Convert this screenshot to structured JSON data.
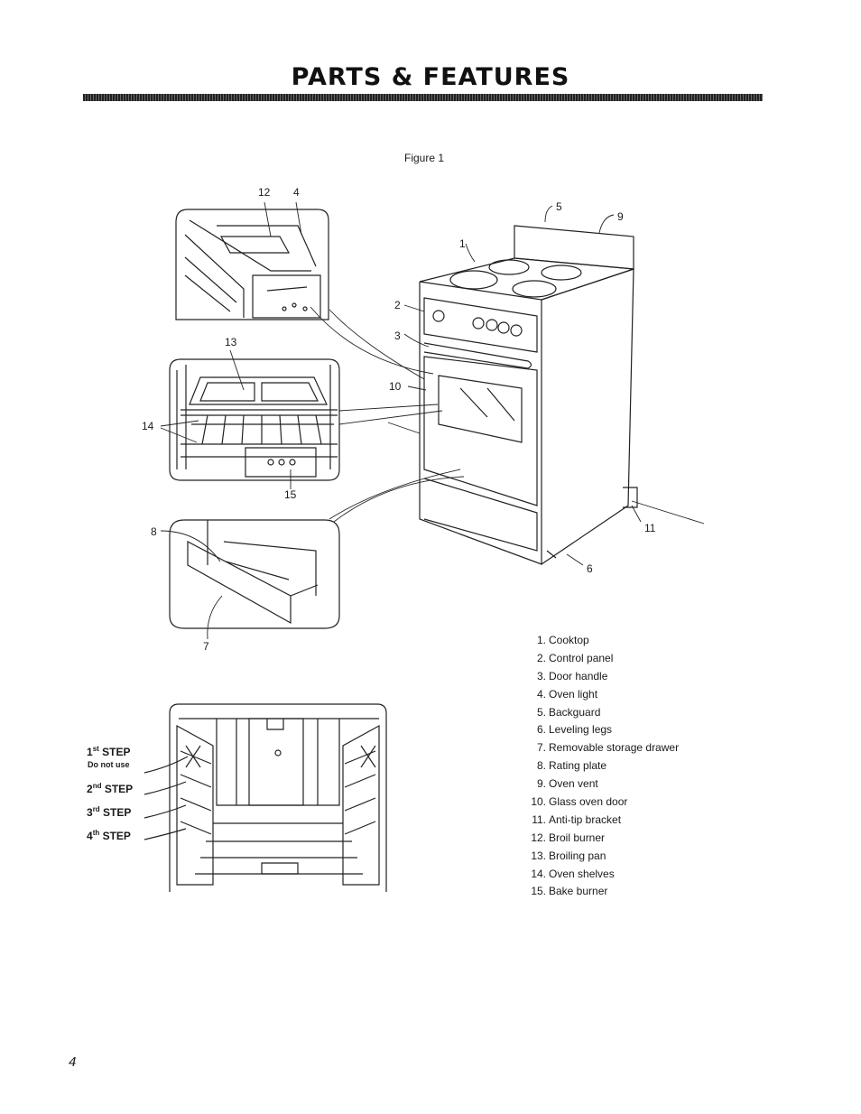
{
  "header": {
    "title": "PARTS & FEATURES"
  },
  "figure": {
    "caption": "Figure 1",
    "callouts": [
      "1",
      "2",
      "3",
      "4",
      "5",
      "6",
      "7",
      "8",
      "9",
      "10",
      "11",
      "12",
      "13",
      "14",
      "15"
    ]
  },
  "parts_list": [
    {
      "num": "1.",
      "label": "Cooktop"
    },
    {
      "num": "2.",
      "label": "Control panel"
    },
    {
      "num": "3.",
      "label": "Door handle"
    },
    {
      "num": "4.",
      "label": "Oven light"
    },
    {
      "num": "5.",
      "label": "Backguard"
    },
    {
      "num": "6.",
      "label": "Leveling legs"
    },
    {
      "num": "7.",
      "label": "Removable storage drawer"
    },
    {
      "num": "8.",
      "label": "Rating plate"
    },
    {
      "num": "9.",
      "label": "Oven vent"
    },
    {
      "num": "10.",
      "label": "Glass oven door"
    },
    {
      "num": "11.",
      "label": "Anti-tip bracket"
    },
    {
      "num": "12.",
      "label": "Broil burner"
    },
    {
      "num": "13.",
      "label": "Broiling pan"
    },
    {
      "num": "14.",
      "label": "Oven shelves"
    },
    {
      "num": "15.",
      "label": "Bake burner"
    }
  ],
  "steps": [
    {
      "ordinal": "1",
      "suffix": "st",
      "word": "STEP",
      "note": "Do not use"
    },
    {
      "ordinal": "2",
      "suffix": "nd",
      "word": "STEP"
    },
    {
      "ordinal": "3",
      "suffix": "rd",
      "word": "STEP"
    },
    {
      "ordinal": "4",
      "suffix": "th",
      "word": "STEP"
    }
  ],
  "footer": {
    "page_number": "4"
  }
}
